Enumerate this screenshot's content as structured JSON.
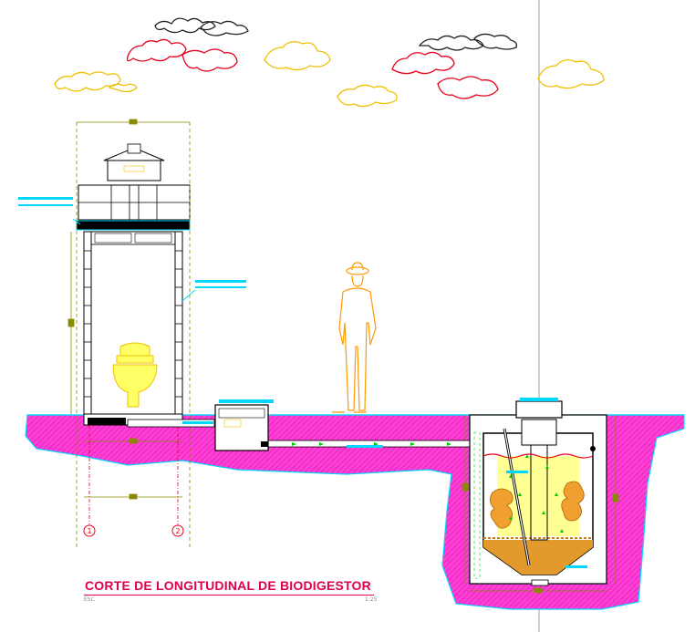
{
  "drawing": {
    "title": "CORTE DE LONGITUDINAL DE BIODIGESTOR",
    "scale_left": "ESC",
    "scale_right": "1:25",
    "axis_labels": [
      "1",
      "2"
    ]
  },
  "colors": {
    "soil": "#ff3ed5",
    "ground_line": "#00d8ff",
    "dimension": "#8a8a00",
    "structure": "#000000",
    "figure": "#ff9900",
    "toilet": "#ffff66",
    "biogas": "#ffff00",
    "pipe_arrow": "#00cc00",
    "title": "#e0004a"
  }
}
